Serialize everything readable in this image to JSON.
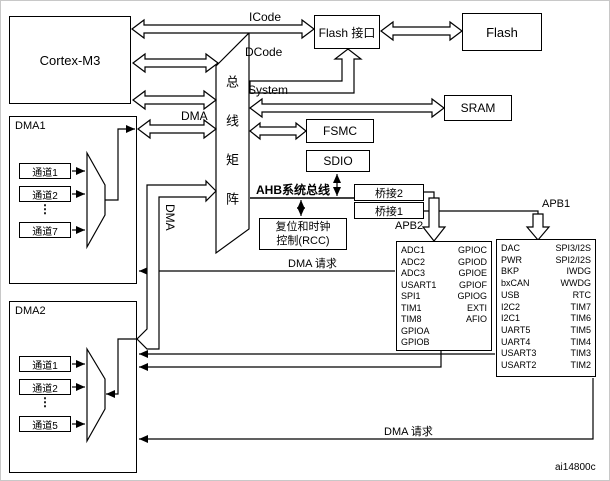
{
  "diagram": {
    "watermark": "ai14800c"
  },
  "cortex": {
    "label": "Cortex-M3"
  },
  "matrix": {
    "label": "总线矩阵"
  },
  "flash_interface": {
    "label": "Flash 接口"
  },
  "flash": {
    "label": "Flash"
  },
  "sram": {
    "label": "SRAM"
  },
  "fsmc": {
    "label": "FSMC"
  },
  "sdio": {
    "label": "SDIO"
  },
  "bridge2": {
    "label": "桥接2"
  },
  "bridge1": {
    "label": "桥接1"
  },
  "rcc": {
    "line1": "复位和时钟",
    "line2": "控制(RCC)"
  },
  "bus_labels": {
    "icode": "ICode",
    "dcode": "DCode",
    "system": "System",
    "dma_h": "DMA",
    "dma_v": "DMA",
    "ahb": "AHB系统总线",
    "apb2": "APB2",
    "apb1": "APB1",
    "dma_request_top": "DMA 请求",
    "dma_request_bottom": "DMA 请求"
  },
  "dma1": {
    "title": "DMA1",
    "channels": [
      "通道1",
      "通道2",
      "通道7"
    ],
    "ellipsis": "⋮"
  },
  "dma2": {
    "title": "DMA2",
    "channels": [
      "通道1",
      "通道2",
      "通道5"
    ],
    "ellipsis": "⋮"
  },
  "apb2_peripherals": {
    "left": [
      "ADC1",
      "ADC2",
      "ADC3",
      "USART1",
      "SPI1",
      "TIM1",
      "TIM8",
      "GPIOA",
      "GPIOB"
    ],
    "right": [
      "GPIOC",
      "GPIOD",
      "GPIOE",
      "GPIOF",
      "GPIOG",
      "EXTI",
      "AFIO"
    ]
  },
  "apb1_peripherals": {
    "left": [
      "DAC",
      "PWR",
      "BKP",
      "bxCAN",
      "USB",
      "I2C2",
      "I2C1",
      "UART5",
      "UART4",
      "USART3",
      "USART2"
    ],
    "right": [
      "SPI3/I2S",
      "SPI2/I2S",
      "IWDG",
      "WWDG",
      "RTC",
      "TIM7",
      "TIM6",
      "TIM5",
      "TIM4",
      "TIM3",
      "TIM2"
    ]
  }
}
